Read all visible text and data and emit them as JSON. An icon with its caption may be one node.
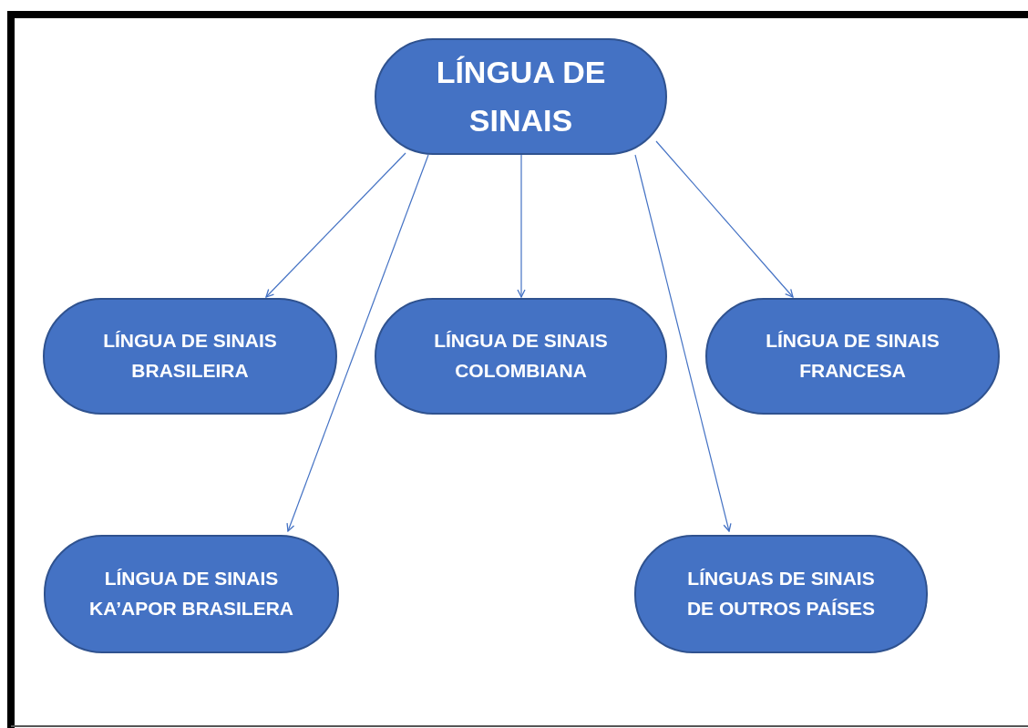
{
  "diagram": {
    "nodes": [
      {
        "text": [
          "LÍNGUA DE SINAIS"
        ]
      },
      {
        "text": [
          "LÍNGUA DE SINAIS BRASILEIRA"
        ]
      },
      {
        "text": [
          "LÍNGUA DE SINAIS COLOMBIANA"
        ]
      },
      {
        "text": [
          "LÍNGUA DE SINAIS FRANCESA"
        ]
      },
      {
        "text": [
          "LÍNGUA DE SINAIS KA’APOR BRASILERA"
        ]
      },
      {
        "text": [
          "LÍNGUAS DE SINAIS DE OUTROS PAÍSES"
        ]
      }
    ],
    "edges": [
      {
        "from": 0,
        "to": 1,
        "arrow": "to"
      },
      {
        "from": 0,
        "to": 4,
        "arrow": "to"
      },
      {
        "from": 0,
        "to": 2,
        "arrow": "to"
      },
      {
        "from": 0,
        "to": 5,
        "arrow": "to"
      },
      {
        "from": 0,
        "to": 3,
        "arrow": "to"
      }
    ]
  }
}
